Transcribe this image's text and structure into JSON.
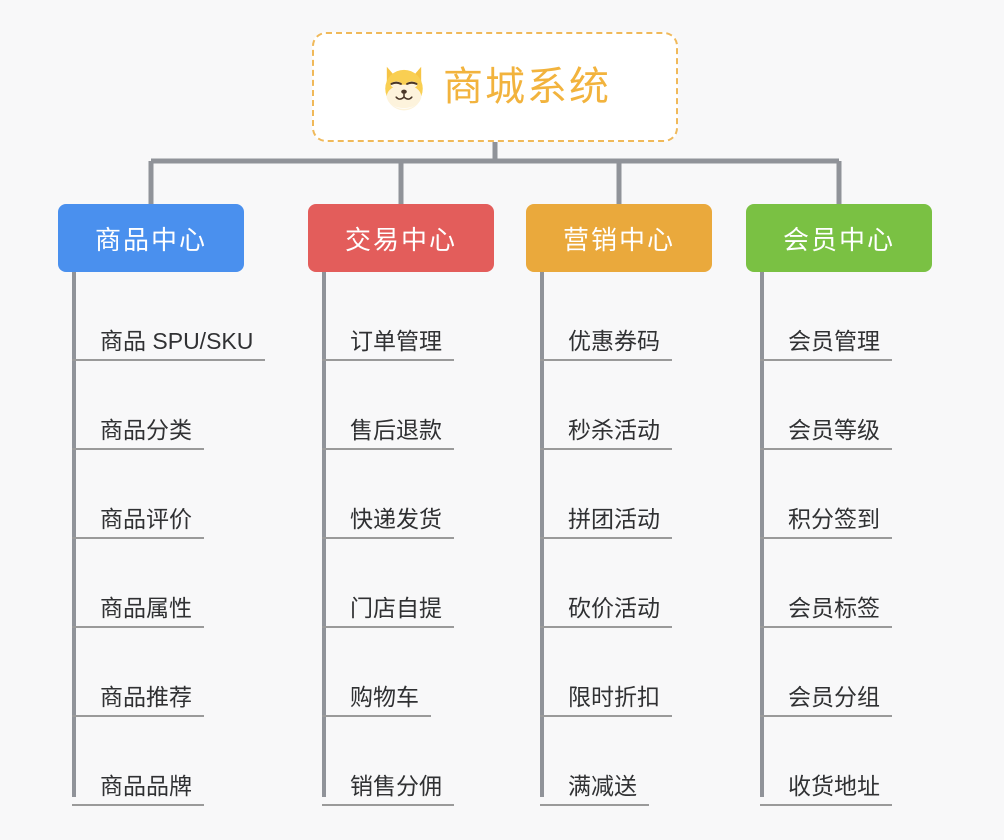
{
  "diagram": {
    "type": "mindmap",
    "background_color": "#f8f8f9",
    "root": {
      "title": "商城系统",
      "icon": "shiba-dog-icon",
      "text_color": "#f2b33d",
      "border_color": "#f0b95a",
      "fill_color": "#ffffff"
    },
    "connector_color": "#909399",
    "branches": [
      {
        "label": "商品中心",
        "color": "#4a90ee",
        "items": [
          "商品 SPU/SKU",
          "商品分类",
          "商品评价",
          "商品属性",
          "商品推荐",
          "商品品牌"
        ]
      },
      {
        "label": "交易中心",
        "color": "#e35d5b",
        "items": [
          "订单管理",
          "售后退款",
          "快递发货",
          "门店自提",
          "购物车",
          "销售分佣"
        ]
      },
      {
        "label": "营销中心",
        "color": "#eaa93c",
        "items": [
          "优惠券码",
          "秒杀活动",
          "拼团活动",
          "砍价活动",
          "限时折扣",
          "满减送"
        ]
      },
      {
        "label": "会员中心",
        "color": "#7ac143",
        "items": [
          "会员管理",
          "会员等级",
          "积分签到",
          "会员标签",
          "会员分组",
          "收货地址"
        ]
      }
    ]
  }
}
